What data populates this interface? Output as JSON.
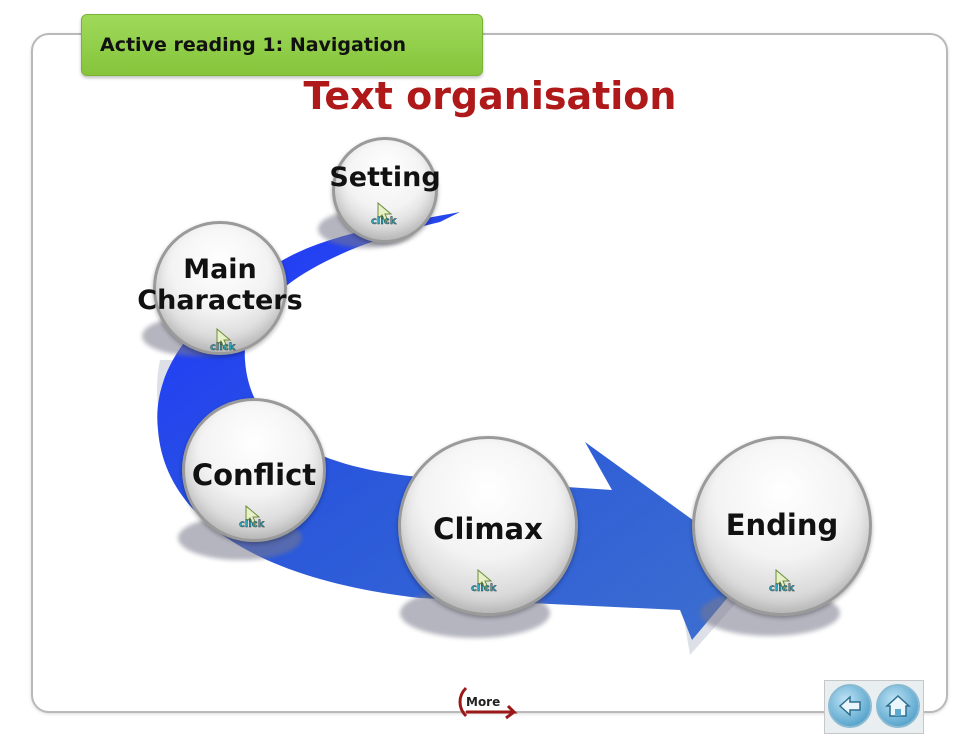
{
  "header": {
    "tab_label": "Active reading 1: Navigation"
  },
  "slide": {
    "title": "Text organisation"
  },
  "stages": [
    {
      "id": "setting",
      "label": "Setting"
    },
    {
      "id": "main-characters",
      "label": "Main\nCharacters"
    },
    {
      "id": "conflict",
      "label": "Conflict"
    },
    {
      "id": "climax",
      "label": "Climax"
    },
    {
      "id": "ending",
      "label": "Ending"
    }
  ],
  "click_icon_text": "click",
  "footer": {
    "more_label": "More"
  },
  "colors": {
    "title": "#b01919",
    "tab": "#8fcd47",
    "arrow": "#2c4fe6"
  }
}
